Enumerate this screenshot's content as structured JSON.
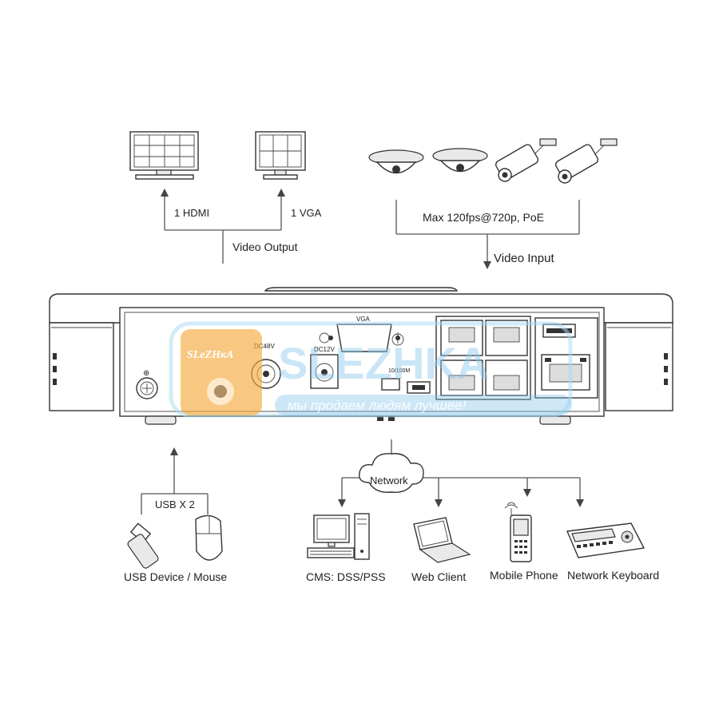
{
  "video_output": {
    "hdmi_label": "1 HDMI",
    "vga_label": "1 VGA",
    "title": "Video Output"
  },
  "video_input": {
    "spec": "Max 120fps@720p, PoE",
    "title": "Video Input"
  },
  "device_panel": {
    "vga_port_label": "VGA",
    "power_label_1": "DC48V",
    "power_label_2": "DC12V",
    "ground_label": "⊕",
    "network_port_label": "10/100M"
  },
  "watermark": {
    "brand": "SLEZHKA",
    "badge_text": "SLeZHкA",
    "tagline": "мы продаем людям лучшее!"
  },
  "usb": {
    "label": "USB X 2",
    "caption": "USB Device / Mouse"
  },
  "network": {
    "cloud_label": "Network",
    "clients": [
      {
        "label": "CMS: DSS/PSS",
        "icon": "desktop-computer-icon"
      },
      {
        "label": "Web Client",
        "icon": "laptop-icon"
      },
      {
        "label": "Mobile Phone",
        "icon": "mobile-phone-icon"
      },
      {
        "label": "Network Keyboard",
        "icon": "network-keyboard-icon"
      }
    ]
  },
  "colors": {
    "line": "#555555",
    "watermark_orange": "#f4a93b",
    "watermark_blue": "#5fb6e6"
  }
}
